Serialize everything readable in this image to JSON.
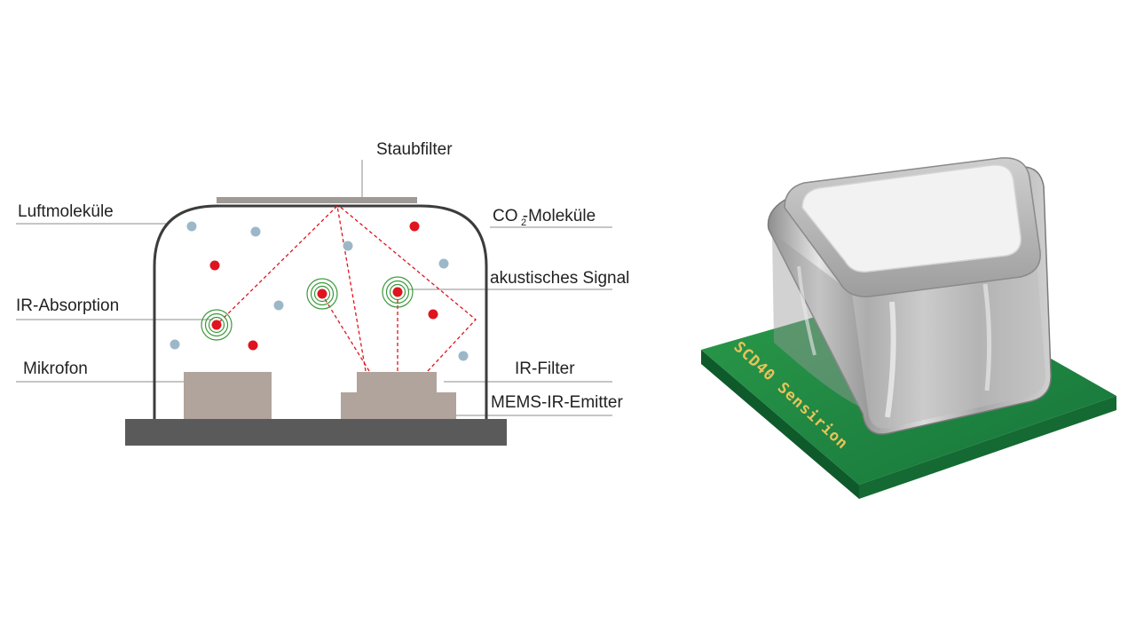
{
  "diagram": {
    "labels": {
      "dust_filter": "Staubfilter",
      "air_molecules": "Luftmoleküle",
      "co2_molecules": "CO -Moleküle",
      "co2_subscript": "2",
      "ir_absorption": "IR-Absorption",
      "acoustic_signal": "akustisches Signal",
      "microphone": "Mikrofon",
      "ir_filter": "IR-Filter",
      "mems_ir_emitter": "MEMS-IR-Emitter"
    },
    "colors": {
      "air_molecule": "#9cb8c8",
      "co2_molecule": "#e0141e",
      "ir_beam": "#e0141e",
      "acoustic_wave": "#3a9a3a",
      "housing_outline": "#3c3c3c",
      "component": "#b0a49c",
      "base_plate": "#5a5a5a"
    }
  },
  "product": {
    "pcb_marking": "SCD40 Sensirion",
    "colors": {
      "pcb": "#1f8a3e",
      "metal_can": "#c8c8c8",
      "cap": "#f2f2f2",
      "marking": "#e9c35a"
    }
  }
}
